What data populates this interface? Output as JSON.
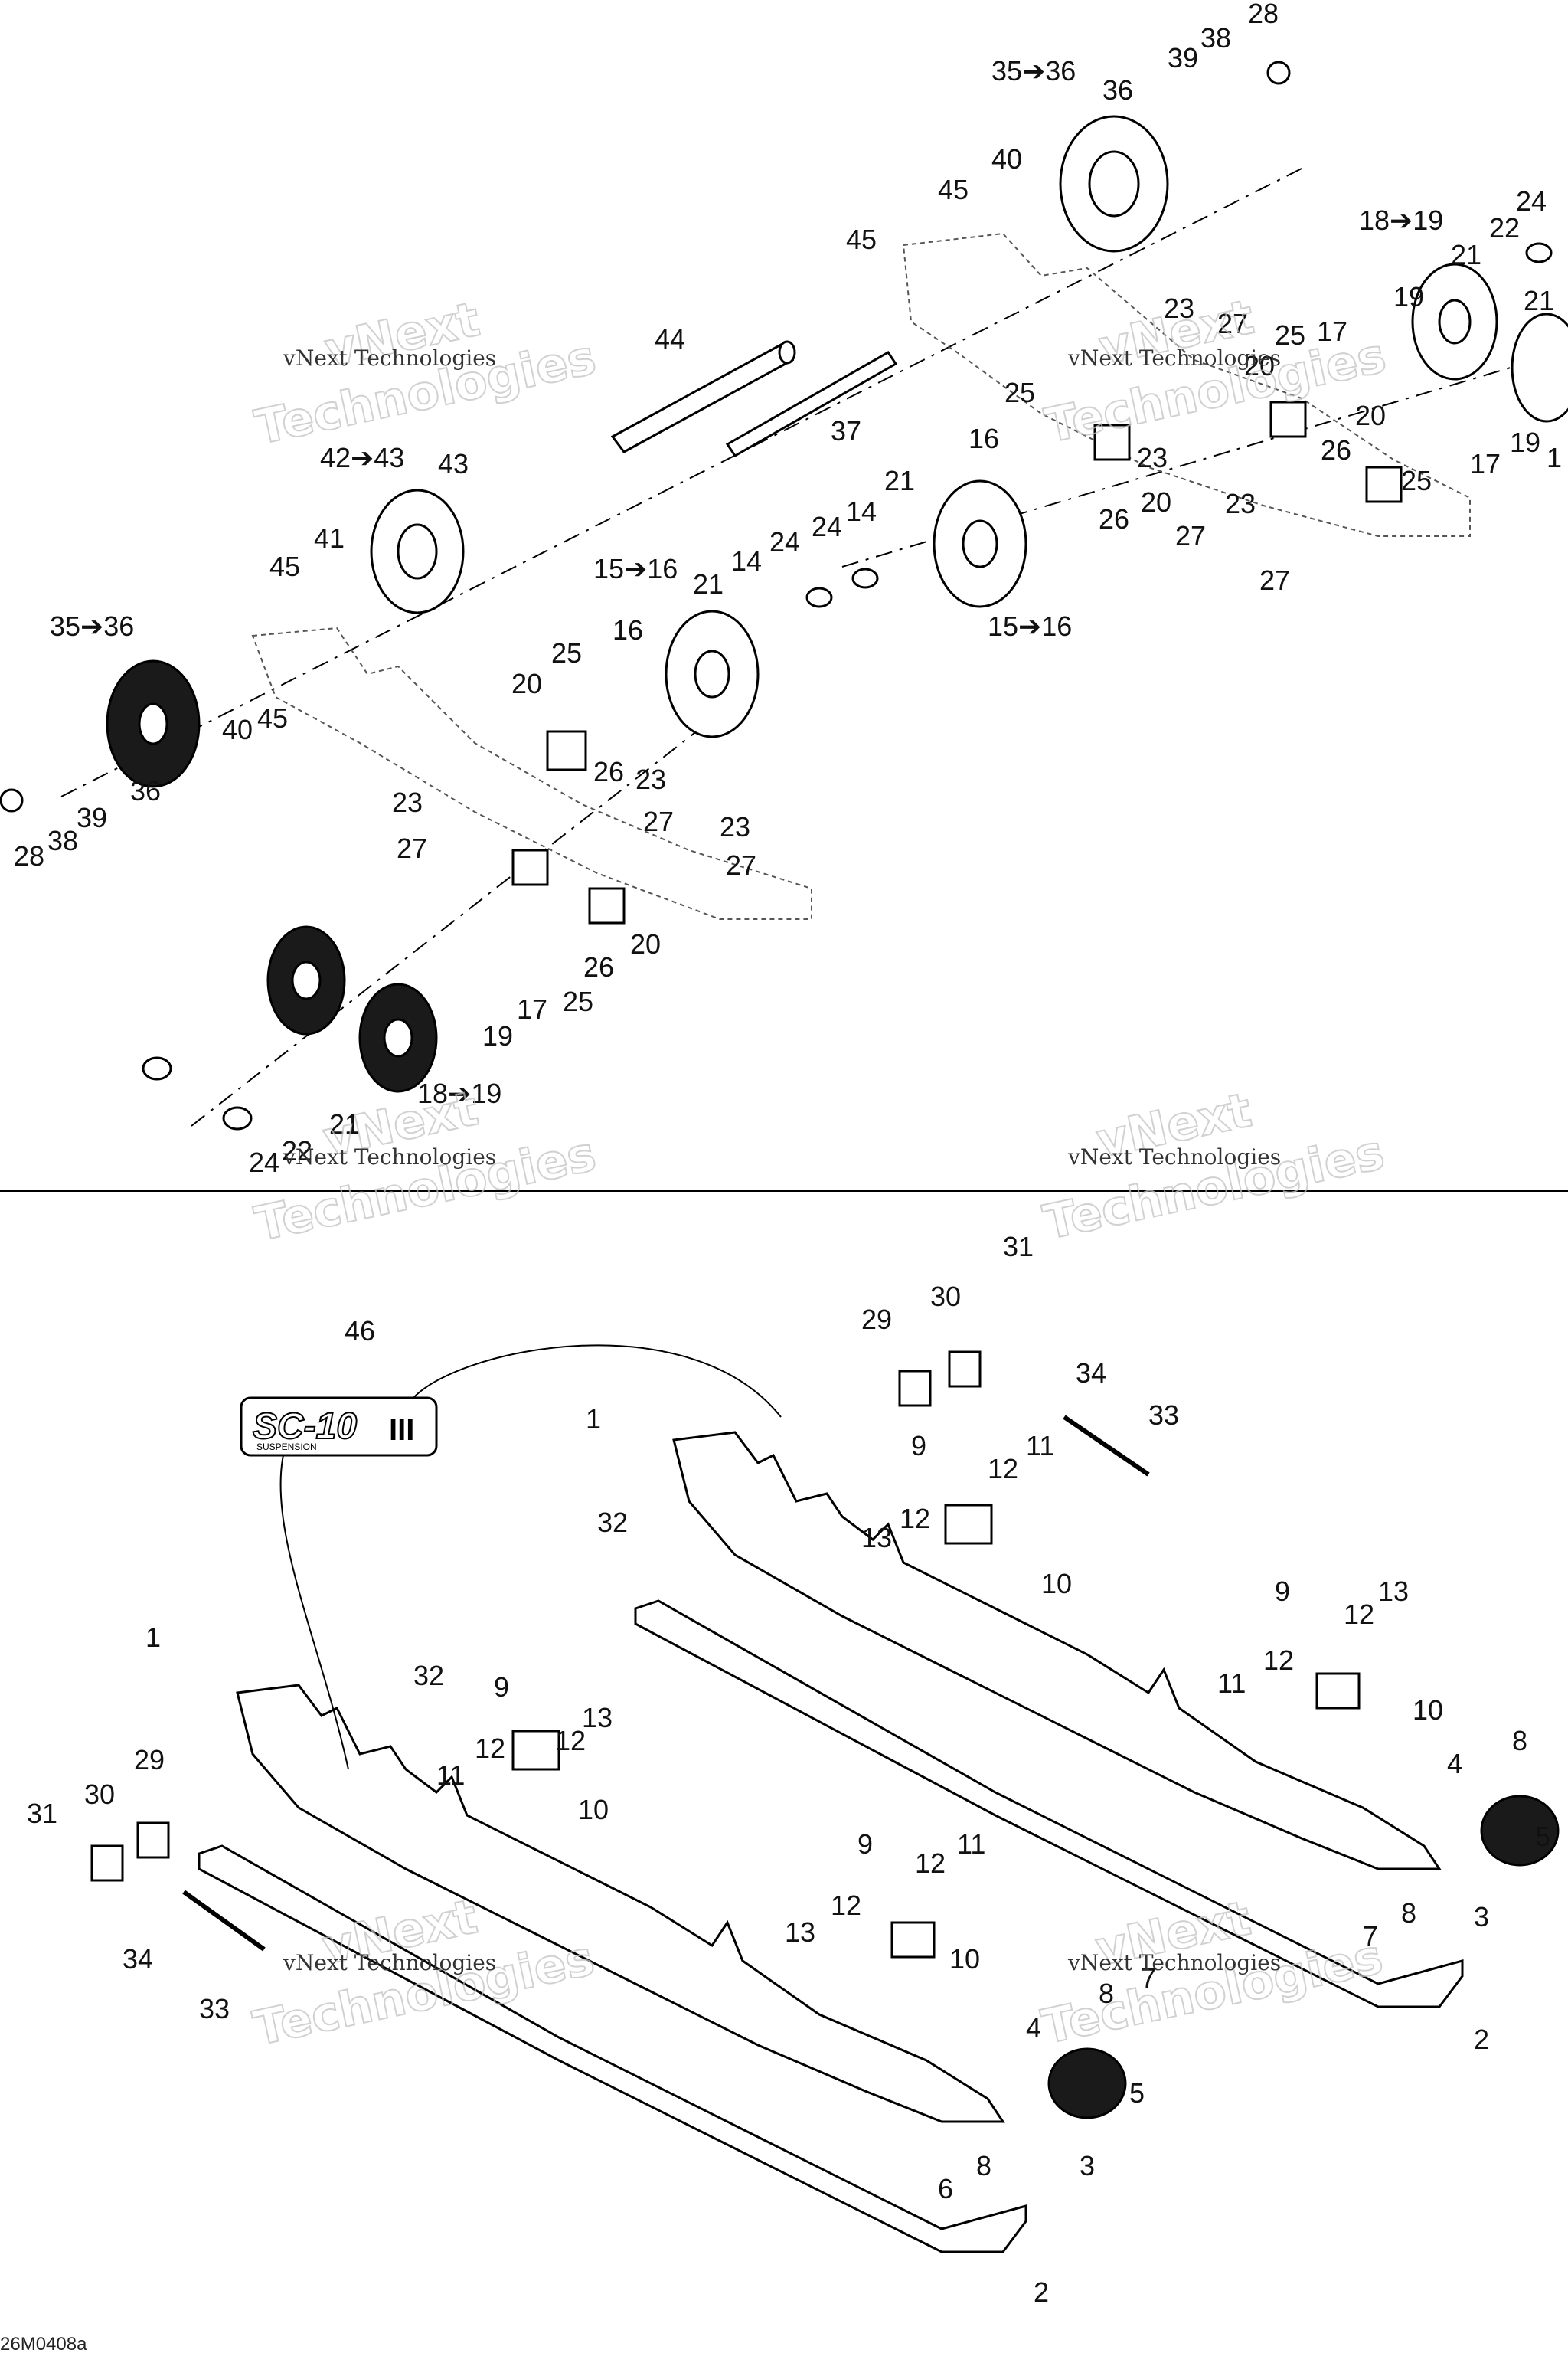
{
  "figure_code": "26M0408a",
  "watermark": {
    "line1": "vNext Technologies",
    "line2": "vNext",
    "line3": "Technologies"
  },
  "emblem": {
    "text": "SC-10",
    "sub": "SUSPENSION",
    "roman": "III"
  },
  "callouts_top": [
    {
      "id": "c28a",
      "text": "28"
    },
    {
      "id": "c35a",
      "text": "35➔36"
    },
    {
      "id": "c36a",
      "text": "36"
    },
    {
      "id": "c39a",
      "text": "39"
    },
    {
      "id": "c38a",
      "text": "38"
    },
    {
      "id": "c40a",
      "text": "40"
    },
    {
      "id": "c45a",
      "text": "45"
    },
    {
      "id": "c45b",
      "text": "45"
    },
    {
      "id": "c44",
      "text": "44"
    },
    {
      "id": "c37",
      "text": "37"
    },
    {
      "id": "c42",
      "text": "42➔43"
    },
    {
      "id": "c43",
      "text": "43"
    },
    {
      "id": "c41",
      "text": "41"
    },
    {
      "id": "c45c",
      "text": "45"
    },
    {
      "id": "c35b",
      "text": "35➔36"
    },
    {
      "id": "c40b",
      "text": "40"
    },
    {
      "id": "c45d",
      "text": "45"
    },
    {
      "id": "c36b",
      "text": "36"
    },
    {
      "id": "c28b",
      "text": "28"
    },
    {
      "id": "c38b",
      "text": "38"
    },
    {
      "id": "c39b",
      "text": "39"
    },
    {
      "id": "c15a",
      "text": "15➔16"
    },
    {
      "id": "c16a",
      "text": "16"
    },
    {
      "id": "c14a",
      "text": "14"
    },
    {
      "id": "c24a",
      "text": "24"
    },
    {
      "id": "c21a",
      "text": "21"
    },
    {
      "id": "c25a",
      "text": "25"
    },
    {
      "id": "c20a",
      "text": "20"
    },
    {
      "id": "c26a",
      "text": "26"
    },
    {
      "id": "c23a",
      "text": "23"
    },
    {
      "id": "c27a",
      "text": "27"
    },
    {
      "id": "c23b",
      "text": "23"
    },
    {
      "id": "c27b",
      "text": "27"
    },
    {
      "id": "c23c",
      "text": "23"
    },
    {
      "id": "c27c",
      "text": "27"
    },
    {
      "id": "c26b",
      "text": "26"
    },
    {
      "id": "c20b",
      "text": "20"
    },
    {
      "id": "c17a",
      "text": "17"
    },
    {
      "id": "c25b",
      "text": "25"
    },
    {
      "id": "c19a",
      "text": "19"
    },
    {
      "id": "c18a",
      "text": "18➔19"
    },
    {
      "id": "c21b",
      "text": "21"
    },
    {
      "id": "c22a",
      "text": "22"
    },
    {
      "id": "c24b",
      "text": "24"
    },
    {
      "id": "c16b",
      "text": "16"
    },
    {
      "id": "c25c",
      "text": "25"
    },
    {
      "id": "c24c",
      "text": "24"
    },
    {
      "id": "c14b",
      "text": "14"
    },
    {
      "id": "c21c",
      "text": "21"
    },
    {
      "id": "c15b",
      "text": "15➔16"
    },
    {
      "id": "c26c",
      "text": "26"
    },
    {
      "id": "c20c",
      "text": "20"
    },
    {
      "id": "c23d",
      "text": "23"
    },
    {
      "id": "c27d",
      "text": "27"
    },
    {
      "id": "c23e",
      "text": "23"
    },
    {
      "id": "c27e",
      "text": "27"
    },
    {
      "id": "c23f",
      "text": "23"
    },
    {
      "id": "c27f",
      "text": "27"
    },
    {
      "id": "c20d",
      "text": "20"
    },
    {
      "id": "c25d",
      "text": "25"
    },
    {
      "id": "c17b",
      "text": "17"
    },
    {
      "id": "c19b",
      "text": "19"
    },
    {
      "id": "c18b",
      "text": "18➔19"
    },
    {
      "id": "c21d",
      "text": "21"
    },
    {
      "id": "c22b",
      "text": "22"
    },
    {
      "id": "c24d",
      "text": "24"
    },
    {
      "id": "c26d",
      "text": "26"
    },
    {
      "id": "c25e",
      "text": "25"
    },
    {
      "id": "c17c",
      "text": "17"
    },
    {
      "id": "c19c",
      "text": "19"
    },
    {
      "id": "c20e",
      "text": "20"
    },
    {
      "id": "c1a",
      "text": "1"
    },
    {
      "id": "c21e",
      "text": "21"
    }
  ],
  "callouts_bottom": [
    {
      "id": "b46",
      "text": "46"
    },
    {
      "id": "b31a",
      "text": "31"
    },
    {
      "id": "b30a",
      "text": "30"
    },
    {
      "id": "b29a",
      "text": "29"
    },
    {
      "id": "b34a",
      "text": "34"
    },
    {
      "id": "b33a",
      "text": "33"
    },
    {
      "id": "b1a",
      "text": "1"
    },
    {
      "id": "b32a",
      "text": "32"
    },
    {
      "id": "b9a",
      "text": "9"
    },
    {
      "id": "b12a",
      "text": "12"
    },
    {
      "id": "b11a",
      "text": "11"
    },
    {
      "id": "b12b",
      "text": "12"
    },
    {
      "id": "b13a",
      "text": "13"
    },
    {
      "id": "b10a",
      "text": "10"
    },
    {
      "id": "b9b",
      "text": "9"
    },
    {
      "id": "b12c",
      "text": "12"
    },
    {
      "id": "b13b",
      "text": "13"
    },
    {
      "id": "b11b",
      "text": "11"
    },
    {
      "id": "b12d",
      "text": "12"
    },
    {
      "id": "b10b",
      "text": "10"
    },
    {
      "id": "b4a",
      "text": "4"
    },
    {
      "id": "b8a",
      "text": "8"
    },
    {
      "id": "b5a",
      "text": "5"
    },
    {
      "id": "b7a",
      "text": "7"
    },
    {
      "id": "b8b",
      "text": "8"
    },
    {
      "id": "b3a",
      "text": "3"
    },
    {
      "id": "b2a",
      "text": "2"
    },
    {
      "id": "b1b",
      "text": "1"
    },
    {
      "id": "b32b",
      "text": "32"
    },
    {
      "id": "b9c",
      "text": "9"
    },
    {
      "id": "b13c",
      "text": "13"
    },
    {
      "id": "b12e",
      "text": "12"
    },
    {
      "id": "b12f",
      "text": "12"
    },
    {
      "id": "b11c",
      "text": "11"
    },
    {
      "id": "b10c",
      "text": "10"
    },
    {
      "id": "b31b",
      "text": "31"
    },
    {
      "id": "b30b",
      "text": "30"
    },
    {
      "id": "b29b",
      "text": "29"
    },
    {
      "id": "b34b",
      "text": "34"
    },
    {
      "id": "b33b",
      "text": "33"
    },
    {
      "id": "b9d",
      "text": "9"
    },
    {
      "id": "b12g",
      "text": "12"
    },
    {
      "id": "b11d",
      "text": "11"
    },
    {
      "id": "b13d",
      "text": "13"
    },
    {
      "id": "b12h",
      "text": "12"
    },
    {
      "id": "b10d",
      "text": "10"
    },
    {
      "id": "b4b",
      "text": "4"
    },
    {
      "id": "b8c",
      "text": "8"
    },
    {
      "id": "b7b",
      "text": "7"
    },
    {
      "id": "b5b",
      "text": "5"
    },
    {
      "id": "b6",
      "text": "6"
    },
    {
      "id": "b8d",
      "text": "8"
    },
    {
      "id": "b3b",
      "text": "3"
    },
    {
      "id": "b2b",
      "text": "2"
    }
  ]
}
